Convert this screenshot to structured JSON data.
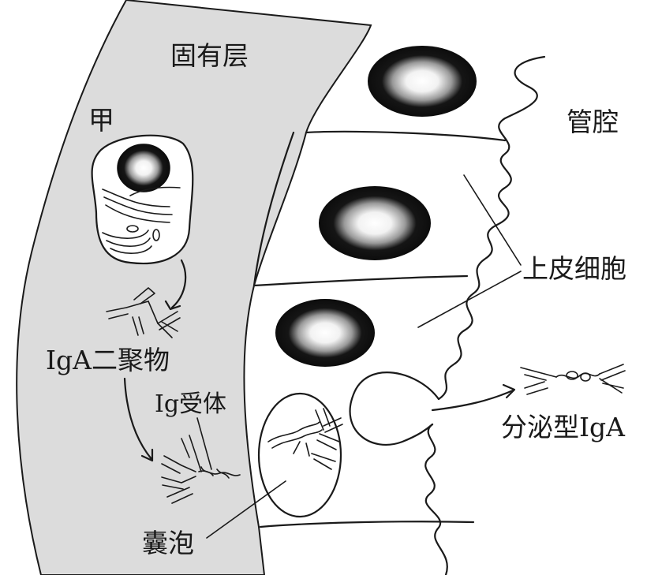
{
  "labels": {
    "lamina_propria": "固有层",
    "cell_jia": "甲",
    "lumen": "管腔",
    "epithelial_cells": "上皮细胞",
    "iga_dimer": "IgA二聚物",
    "ig_receptor": "Ig受体",
    "secretory_iga": "分泌型IgA",
    "vesicle": "囊泡"
  },
  "colors": {
    "lamina_fill": "#dcdcdc",
    "ink": "#1a1a1a",
    "background": "#ffffff"
  }
}
